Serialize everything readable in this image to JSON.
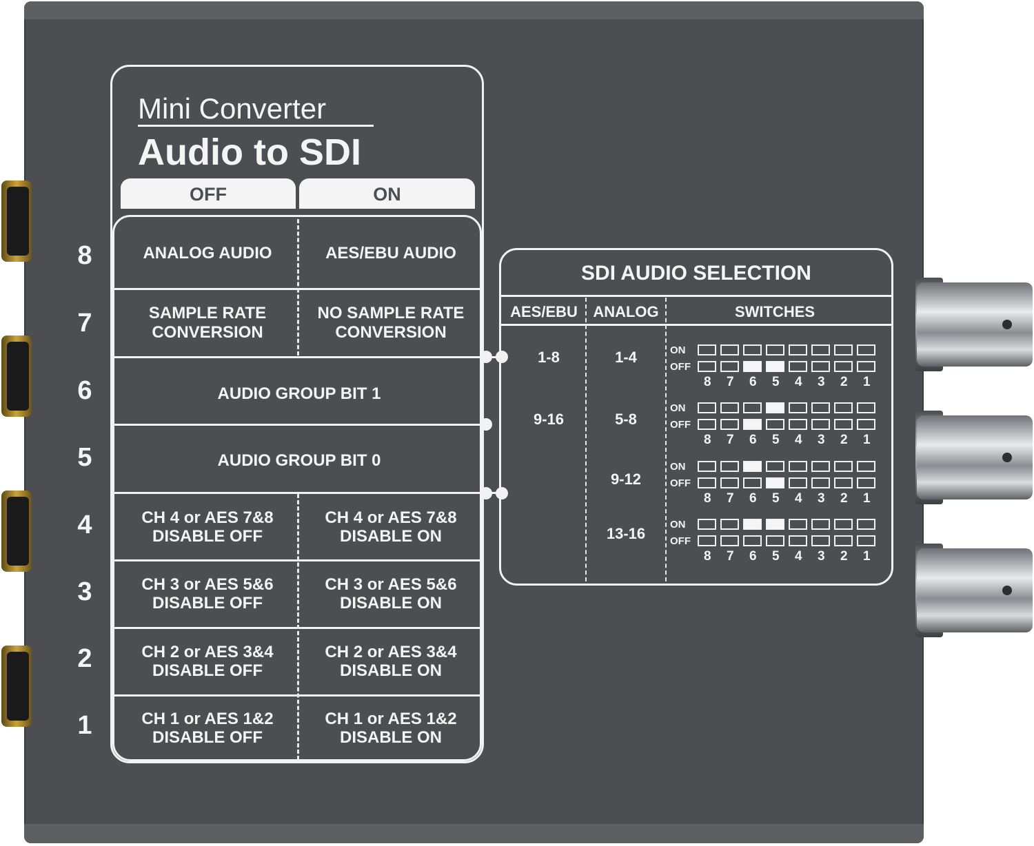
{
  "brand": {
    "line1": "Mini Converter",
    "line2": "Audio to SDI"
  },
  "header": {
    "off": "OFF",
    "on": "ON"
  },
  "switch_rows": [
    {
      "num": "8",
      "off": "ANALOG AUDIO",
      "on": "AES/EBU AUDIO"
    },
    {
      "num": "7",
      "off_1": "SAMPLE RATE",
      "off_2": "CONVERSION",
      "on_1": "NO SAMPLE RATE",
      "on_2": "CONVERSION"
    },
    {
      "num": "6",
      "full": "AUDIO GROUP BIT 1"
    },
    {
      "num": "5",
      "full": "AUDIO GROUP BIT 0"
    },
    {
      "num": "4",
      "off_1": "CH 4 or AES 7&8",
      "off_2": "DISABLE OFF",
      "on_1": "CH 4 or AES 7&8",
      "on_2": "DISABLE ON"
    },
    {
      "num": "3",
      "off_1": "CH 3 or AES 5&6",
      "off_2": "DISABLE OFF",
      "on_1": "CH 3 or AES 5&6",
      "on_2": "DISABLE ON"
    },
    {
      "num": "2",
      "off_1": "CH 2 or AES 3&4",
      "off_2": "DISABLE OFF",
      "on_1": "CH 2 or AES 3&4",
      "on_2": "DISABLE ON"
    },
    {
      "num": "1",
      "off_1": "CH 1 or AES 1&2",
      "off_2": "DISABLE OFF",
      "on_1": "CH 1 or AES 1&2",
      "on_2": "DISABLE ON"
    }
  ],
  "sdi": {
    "title": "SDI AUDIO SELECTION",
    "col_aes": "AES/EBU",
    "col_analog": "ANALOG",
    "col_switches": "SWITCHES",
    "on": "ON",
    "off": "OFF",
    "aes_groups": [
      "1-8",
      "9-16"
    ],
    "analog_groups": [
      "1-4",
      "5-8",
      "9-12",
      "13-16"
    ],
    "switch_numbers": [
      "8",
      "7",
      "6",
      "5",
      "4",
      "3",
      "2",
      "1"
    ],
    "patterns": [
      {
        "on_row": [
          0,
          0,
          0,
          0,
          0,
          0,
          0,
          0
        ],
        "off_row": [
          0,
          0,
          1,
          1,
          0,
          0,
          0,
          0
        ]
      },
      {
        "on_row": [
          0,
          0,
          0,
          1,
          0,
          0,
          0,
          0
        ],
        "off_row": [
          0,
          0,
          1,
          0,
          0,
          0,
          0,
          0
        ]
      },
      {
        "on_row": [
          0,
          0,
          1,
          0,
          0,
          0,
          0,
          0
        ],
        "off_row": [
          0,
          0,
          0,
          1,
          0,
          0,
          0,
          0
        ]
      },
      {
        "on_row": [
          0,
          0,
          1,
          1,
          0,
          0,
          0,
          0
        ],
        "off_row": [
          0,
          0,
          0,
          0,
          0,
          0,
          0,
          0
        ]
      }
    ]
  }
}
